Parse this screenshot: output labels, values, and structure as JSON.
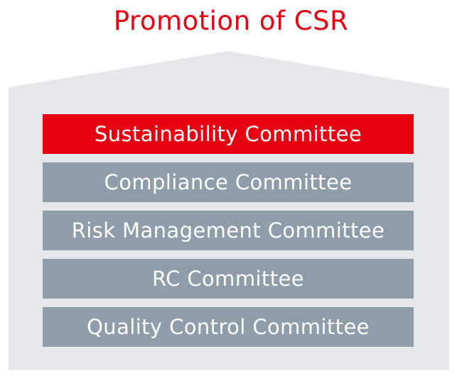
{
  "title": "Promotion of CSR",
  "colors": {
    "accent": "#e60012",
    "committee_gray": "#8f9ca9",
    "house": "#e6e7ea"
  },
  "committees": [
    {
      "label": "Sustainability Committee",
      "highlighted": true
    },
    {
      "label": "Compliance Committee",
      "highlighted": false
    },
    {
      "label": "Risk Management Committee",
      "highlighted": false
    },
    {
      "label": "RC Committee",
      "highlighted": false
    },
    {
      "label": "Quality Control Committee",
      "highlighted": false
    }
  ]
}
